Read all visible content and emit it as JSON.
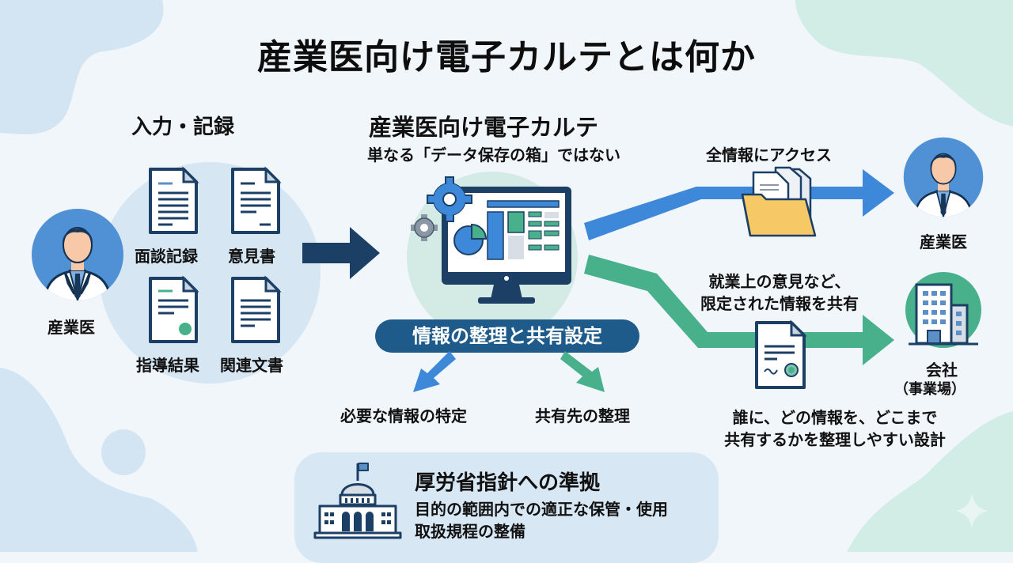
{
  "title": "産業医向け電子カルテとは何か",
  "colors": {
    "navy": "#1c3f66",
    "blue": "#3d88d8",
    "green": "#48b08b",
    "folder": "#f6c866",
    "bg": "#f1f6fb",
    "blob_blue": "#d3e4f2",
    "blob_green": "#d2ece6"
  },
  "input_section": {
    "heading": "入力・記録",
    "actor_label": "産業医",
    "actor_icon": "doctor-icon",
    "documents": [
      {
        "label": "面談記録",
        "icon": "document-icon"
      },
      {
        "label": "意見書",
        "icon": "document-icon"
      },
      {
        "label": "指導結果",
        "icon": "certificate-document-icon"
      },
      {
        "label": "関連文書",
        "icon": "document-icon"
      }
    ]
  },
  "center": {
    "heading": "産業医向け電子カルテ",
    "subheading": "単なる「データ保存の箱」ではない",
    "pill_label": "情報の整理と共有設定",
    "branch_left": "必要な情報の特定",
    "branch_right": "共有先の整理",
    "icon": "computer-dashboard-icon"
  },
  "outputs": {
    "top": {
      "caption": "全情報にアクセス",
      "icon": "folder-icon",
      "target_label": "産業医",
      "target_icon": "doctor-icon"
    },
    "bottom": {
      "caption_lines": [
        "就業上の意見など、",
        "限定された情報を共有"
      ],
      "icon": "certificate-icon",
      "target_label": "会社",
      "target_sublabel": "（事業場）",
      "target_icon": "building-icon",
      "note_lines": [
        "誰に、どの情報を、どこまで",
        "共有するかを整理しやすい設計"
      ]
    }
  },
  "compliance": {
    "heading": "厚労省指針への準拠",
    "lines": [
      "目的の範囲内での適正な保管・使用",
      "取扱規程の整備"
    ],
    "icon": "government-building-icon"
  }
}
